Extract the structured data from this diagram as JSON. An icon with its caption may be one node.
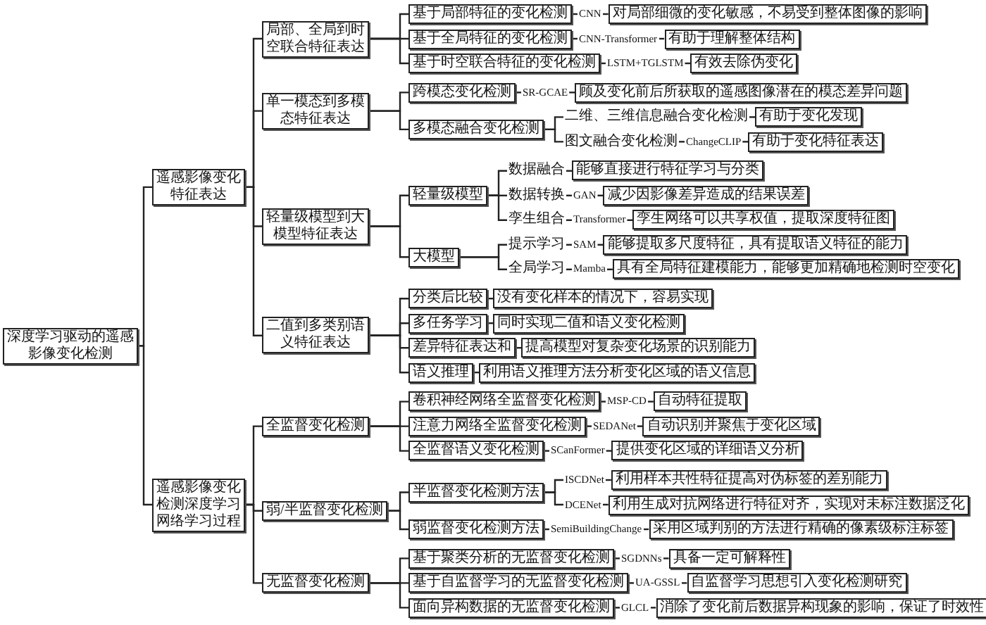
{
  "diagram": {
    "nodes": [
      {
        "text": [
          "深度学习驱动的遥感影像变化检测"
        ]
      },
      {
        "text": [
          "遥感影像变化特征表达"
        ]
      },
      {
        "text": [
          "局部、全局到时空联合特征表达"
        ]
      },
      {
        "text": [
          "基于局部特征的变化检测"
        ]
      },
      {
        "text": [
          "CNN"
        ]
      },
      {
        "text": [
          "对局部细微的变化敏感，不易受到整体图像的影响"
        ]
      },
      {
        "text": [
          "基于全局特征的变化检测"
        ]
      },
      {
        "text": [
          "CNN-Transformer"
        ]
      },
      {
        "text": [
          "有助于理解整体结构"
        ]
      },
      {
        "text": [
          "基于时空联合特征的变化检测"
        ]
      },
      {
        "text": [
          "LSTM+TGLSTM"
        ]
      },
      {
        "text": [
          "有效去除伪变化"
        ]
      },
      {
        "text": [
          "单一模态到多模态特征表达"
        ]
      },
      {
        "text": [
          "跨模态变化检测"
        ]
      },
      {
        "text": [
          "SR-GCAE"
        ]
      },
      {
        "text": [
          "顾及变化前后所获取的遥感图像潜在的模态差异问题"
        ]
      },
      {
        "text": [
          "多模态融合变化检测"
        ]
      },
      {
        "text": [
          "二维、三维信息融合变化检测"
        ]
      },
      {
        "text": [
          "有助于变化发现"
        ]
      },
      {
        "text": [
          "图文融合变化检测"
        ]
      },
      {
        "text": [
          "ChangeCLIP"
        ]
      },
      {
        "text": [
          "有助于变化特征表达"
        ]
      },
      {
        "text": [
          "轻量级模型到大模型特征表达"
        ]
      },
      {
        "text": [
          "轻量级模型"
        ]
      },
      {
        "text": [
          "数据融合"
        ]
      },
      {
        "text": [
          "能够直接进行特征学习与分类"
        ]
      },
      {
        "text": [
          "数据转换"
        ]
      },
      {
        "text": [
          "GAN"
        ]
      },
      {
        "text": [
          "减少因影像差异造成的结果误差"
        ]
      },
      {
        "text": [
          "孪生组合"
        ]
      },
      {
        "text": [
          "Transformer"
        ]
      },
      {
        "text": [
          "孪生网络可以共享权值，提取深度特征图"
        ]
      },
      {
        "text": [
          "大模型"
        ]
      },
      {
        "text": [
          "提示学习"
        ]
      },
      {
        "text": [
          "SAM"
        ]
      },
      {
        "text": [
          "能够提取多尺度特征，具有提取语义特征的能力"
        ]
      },
      {
        "text": [
          "全局学习"
        ]
      },
      {
        "text": [
          "Mamba"
        ]
      },
      {
        "text": [
          "具有全局特征建模能力，能够更加精确地检测时空变化"
        ]
      },
      {
        "text": [
          "二值到多类别语义特征表达"
        ]
      },
      {
        "text": [
          "分类后比较"
        ]
      },
      {
        "text": [
          "没有变化样本的情况下，容易实现"
        ]
      },
      {
        "text": [
          "多任务学习"
        ]
      },
      {
        "text": [
          "同时实现二值和语义变化检测"
        ]
      },
      {
        "text": [
          "差异特征表达和"
        ]
      },
      {
        "text": [
          "提高模型对复杂变化场景的识别能力"
        ]
      },
      {
        "text": [
          "语义推理"
        ]
      },
      {
        "text": [
          "利用语义推理方法分析变化区域的语义信息"
        ]
      },
      {
        "text": [
          "遥感影像变化检测深度学习网络学习过程"
        ]
      },
      {
        "text": [
          "全监督变化检测"
        ]
      },
      {
        "text": [
          "卷积神经网络全监督变化检测"
        ]
      },
      {
        "text": [
          "MSP-CD"
        ]
      },
      {
        "text": [
          "自动特征提取"
        ]
      },
      {
        "text": [
          "注意力网络全监督变化检测"
        ]
      },
      {
        "text": [
          "SEDANet"
        ]
      },
      {
        "text": [
          "自动识别并聚焦于变化区域"
        ]
      },
      {
        "text": [
          "全监督语义变化检测"
        ]
      },
      {
        "text": [
          "SCanFormer"
        ]
      },
      {
        "text": [
          "提供变化区域的详细语义分析"
        ]
      },
      {
        "text": [
          "弱/半监督变化检测"
        ]
      },
      {
        "text": [
          "半监督变化检测方法"
        ]
      },
      {
        "text": [
          "ISCDNet"
        ]
      },
      {
        "text": [
          "利用样本共性特征提高对伪标签的差别能力"
        ]
      },
      {
        "text": [
          "DCENet"
        ]
      },
      {
        "text": [
          "利用生成对抗网络进行特征对齐，实现对未标注数据泛化"
        ]
      },
      {
        "text": [
          "弱监督变化检测方法"
        ]
      },
      {
        "text": [
          "SemiBuildingChange"
        ]
      },
      {
        "text": [
          "采用区域判别的方法进行精确的像素级标注标签"
        ]
      },
      {
        "text": [
          "无监督变化检测"
        ]
      },
      {
        "text": [
          "基于聚类分析的无监督变化检测"
        ]
      },
      {
        "text": [
          "SGDNNs"
        ]
      },
      {
        "text": [
          "具备一定可解释性"
        ]
      },
      {
        "text": [
          "基于自监督学习的无监督变化检测"
        ]
      },
      {
        "text": [
          "UA-GSSL"
        ]
      },
      {
        "text": [
          "自监督学习思想引入变化检测研究"
        ]
      },
      {
        "text": [
          "面向异构数据的无监督变化检测"
        ]
      },
      {
        "text": [
          "GLCL"
        ]
      },
      {
        "text": [
          "消除了变化前后数据异构现象的影响，保证了时效性"
        ]
      }
    ],
    "edges": [
      {
        "from": 0,
        "to": 1,
        "arrow": "none"
      },
      {
        "from": 0,
        "to": 48,
        "arrow": "none"
      },
      {
        "from": 1,
        "to": 2,
        "arrow": "none"
      },
      {
        "from": 1,
        "to": 12,
        "arrow": "none"
      },
      {
        "from": 1,
        "to": 22,
        "arrow": "none"
      },
      {
        "from": 1,
        "to": 39,
        "arrow": "none"
      },
      {
        "from": 2,
        "to": 3,
        "arrow": "none"
      },
      {
        "from": 2,
        "to": 6,
        "arrow": "none"
      },
      {
        "from": 2,
        "to": 9,
        "arrow": "none"
      },
      {
        "from": 3,
        "to": 4,
        "arrow": "none"
      },
      {
        "from": 4,
        "to": 5,
        "arrow": "none"
      },
      {
        "from": 6,
        "to": 7,
        "arrow": "none"
      },
      {
        "from": 7,
        "to": 8,
        "arrow": "none"
      },
      {
        "from": 9,
        "to": 10,
        "arrow": "none"
      },
      {
        "from": 10,
        "to": 11,
        "arrow": "none"
      },
      {
        "from": 12,
        "to": 13,
        "arrow": "none"
      },
      {
        "from": 12,
        "to": 16,
        "arrow": "none"
      },
      {
        "from": 13,
        "to": 14,
        "arrow": "none"
      },
      {
        "from": 14,
        "to": 15,
        "arrow": "none"
      },
      {
        "from": 16,
        "to": 17,
        "arrow": "none"
      },
      {
        "from": 16,
        "to": 19,
        "arrow": "none"
      },
      {
        "from": 17,
        "to": 18,
        "arrow": "none"
      },
      {
        "from": 19,
        "to": 20,
        "arrow": "none"
      },
      {
        "from": 20,
        "to": 21,
        "arrow": "none"
      },
      {
        "from": 22,
        "to": 23,
        "arrow": "none"
      },
      {
        "from": 22,
        "to": 32,
        "arrow": "none"
      },
      {
        "from": 23,
        "to": 24,
        "arrow": "none"
      },
      {
        "from": 23,
        "to": 26,
        "arrow": "none"
      },
      {
        "from": 23,
        "to": 29,
        "arrow": "none"
      },
      {
        "from": 24,
        "to": 25,
        "arrow": "none"
      },
      {
        "from": 26,
        "to": 27,
        "arrow": "none"
      },
      {
        "from": 27,
        "to": 28,
        "arrow": "none"
      },
      {
        "from": 29,
        "to": 30,
        "arrow": "none"
      },
      {
        "from": 30,
        "to": 31,
        "arrow": "none"
      },
      {
        "from": 32,
        "to": 33,
        "arrow": "none"
      },
      {
        "from": 32,
        "to": 36,
        "arrow": "none"
      },
      {
        "from": 33,
        "to": 34,
        "arrow": "none"
      },
      {
        "from": 34,
        "to": 35,
        "arrow": "none"
      },
      {
        "from": 36,
        "to": 37,
        "arrow": "none"
      },
      {
        "from": 37,
        "to": 38,
        "arrow": "none"
      },
      {
        "from": 39,
        "to": 40,
        "arrow": "none"
      },
      {
        "from": 39,
        "to": 42,
        "arrow": "none"
      },
      {
        "from": 39,
        "to": 44,
        "arrow": "none"
      },
      {
        "from": 39,
        "to": 46,
        "arrow": "none"
      },
      {
        "from": 40,
        "to": 41,
        "arrow": "none"
      },
      {
        "from": 42,
        "to": 43,
        "arrow": "none"
      },
      {
        "from": 44,
        "to": 45,
        "arrow": "none"
      },
      {
        "from": 46,
        "to": 47,
        "arrow": "none"
      },
      {
        "from": 48,
        "to": 49,
        "arrow": "none"
      },
      {
        "from": 48,
        "to": 59,
        "arrow": "none"
      },
      {
        "from": 48,
        "to": 68,
        "arrow": "none"
      },
      {
        "from": 49,
        "to": 50,
        "arrow": "none"
      },
      {
        "from": 49,
        "to": 53,
        "arrow": "none"
      },
      {
        "from": 49,
        "to": 56,
        "arrow": "none"
      },
      {
        "from": 50,
        "to": 51,
        "arrow": "none"
      },
      {
        "from": 51,
        "to": 52,
        "arrow": "none"
      },
      {
        "from": 53,
        "to": 54,
        "arrow": "none"
      },
      {
        "from": 54,
        "to": 55,
        "arrow": "none"
      },
      {
        "from": 56,
        "to": 57,
        "arrow": "none"
      },
      {
        "from": 57,
        "to": 58,
        "arrow": "none"
      },
      {
        "from": 59,
        "to": 60,
        "arrow": "none"
      },
      {
        "from": 59,
        "to": 65,
        "arrow": "none"
      },
      {
        "from": 60,
        "to": 61,
        "arrow": "none"
      },
      {
        "from": 60,
        "to": 63,
        "arrow": "none"
      },
      {
        "from": 61,
        "to": 62,
        "arrow": "none"
      },
      {
        "from": 63,
        "to": 64,
        "arrow": "none"
      },
      {
        "from": 65,
        "to": 66,
        "arrow": "none"
      },
      {
        "from": 66,
        "to": 67,
        "arrow": "none"
      },
      {
        "from": 68,
        "to": 69,
        "arrow": "none"
      },
      {
        "from": 68,
        "to": 72,
        "arrow": "none"
      },
      {
        "from": 68,
        "to": 75,
        "arrow": "none"
      },
      {
        "from": 69,
        "to": 70,
        "arrow": "none"
      },
      {
        "from": 70,
        "to": 71,
        "arrow": "none"
      },
      {
        "from": 72,
        "to": 73,
        "arrow": "none"
      },
      {
        "from": 73,
        "to": 74,
        "arrow": "none"
      },
      {
        "from": 75,
        "to": 76,
        "arrow": "none"
      },
      {
        "from": 76,
        "to": 77,
        "arrow": "none"
      }
    ]
  }
}
